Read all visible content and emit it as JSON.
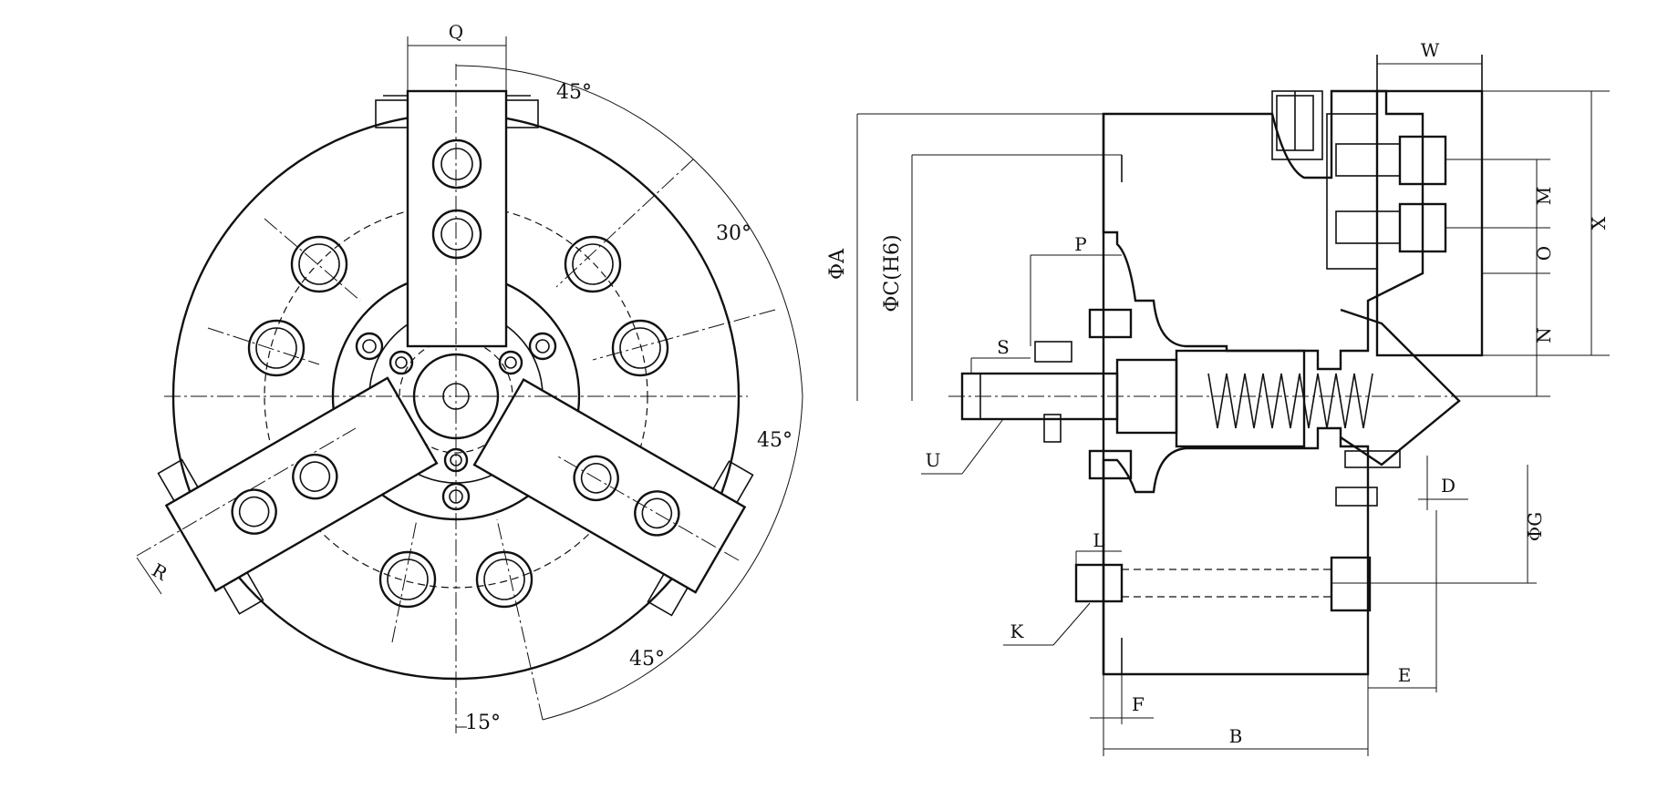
{
  "drawing": {
    "front_view": {
      "dim_Q": "Q",
      "dim_R": "R",
      "angle_top": "45°",
      "angle_right_upper": "30°",
      "angle_right_mid": "45°",
      "angle_right_lower": "45°",
      "angle_bottom": "15°"
    },
    "side_view": {
      "dim_W": "W",
      "dim_M": "M",
      "dim_X": "X",
      "dim_O": "O",
      "dim_N": "N",
      "dim_A": "ΦA",
      "dim_C": "ΦC(H6)",
      "dim_P": "P",
      "dim_S": "S",
      "dim_U": "U",
      "dim_D": "D",
      "dim_G": "ΦG",
      "dim_L": "L",
      "dim_K": "K",
      "dim_E": "E",
      "dim_F": "F",
      "dim_B": "B"
    }
  }
}
